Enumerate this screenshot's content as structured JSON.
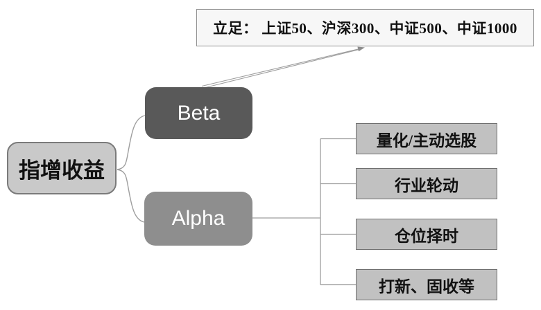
{
  "diagram": {
    "root_node": {
      "label": "指增收益"
    },
    "beta_node": {
      "label": "Beta"
    },
    "alpha_node": {
      "label": "Alpha"
    },
    "beta_note": {
      "label": "立足： 上证50、沪深300、中证500、中证1000"
    },
    "alpha_items": [
      {
        "label": "量化/主动选股"
      },
      {
        "label": "行业轮动"
      },
      {
        "label": "仓位择时"
      },
      {
        "label": "打新、固收等"
      }
    ],
    "colors": {
      "beta_fill": "#595959",
      "alpha_fill": "#8e8e8e",
      "root_fill": "#c9c9c9",
      "root_border": "#7a7a7a",
      "item_fill": "#c1c1c1",
      "item_border": "#6e6e6e",
      "note_fill": "#f7f7f7",
      "note_border": "#919191",
      "connector": "#9e9e9e",
      "text_dark": "#111111",
      "text_light": "#ffffff"
    }
  }
}
